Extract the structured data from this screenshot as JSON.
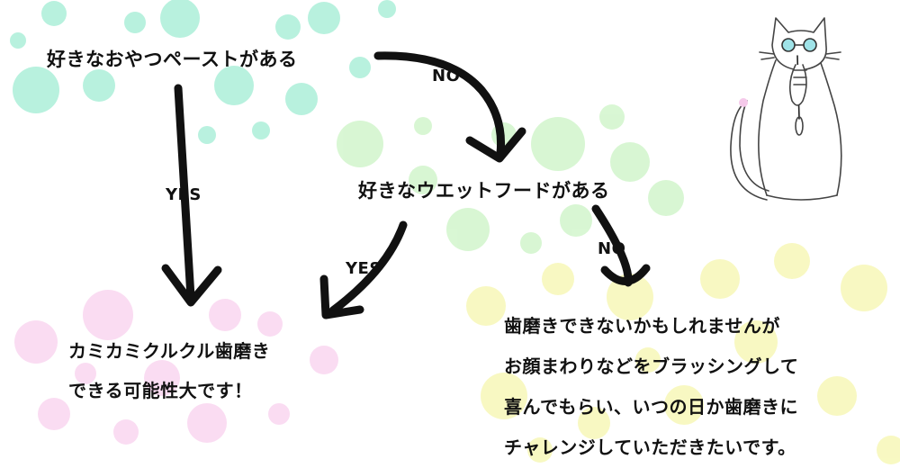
{
  "start": {
    "question": "好きなおやつペーストがある"
  },
  "second": {
    "question": "好きなウエットフードがある"
  },
  "labels": {
    "yes_1": "YES",
    "no_1": "NO",
    "yes_2": "YES",
    "no_2": "NO"
  },
  "result_left": {
    "lines": [
      "カミカミクルクル歯磨き",
      "できる可能性大です！"
    ]
  },
  "result_right": {
    "lines": [
      "歯磨きできないかもしれませんが",
      "お顔まわりなどをブラッシングして",
      "喜んでもらい、いつの日か歯磨きに",
      "チャレンジしていただきたいです。"
    ]
  },
  "illustration": {
    "icon": "cat-brushing-teeth-icon"
  },
  "colors": {
    "teal_dots": "#7fe6c4",
    "green_dots": "#b9f0b0",
    "pink_dots": "#f7c6ea",
    "yellow_dots": "#f4f59a",
    "ink": "#111111"
  }
}
